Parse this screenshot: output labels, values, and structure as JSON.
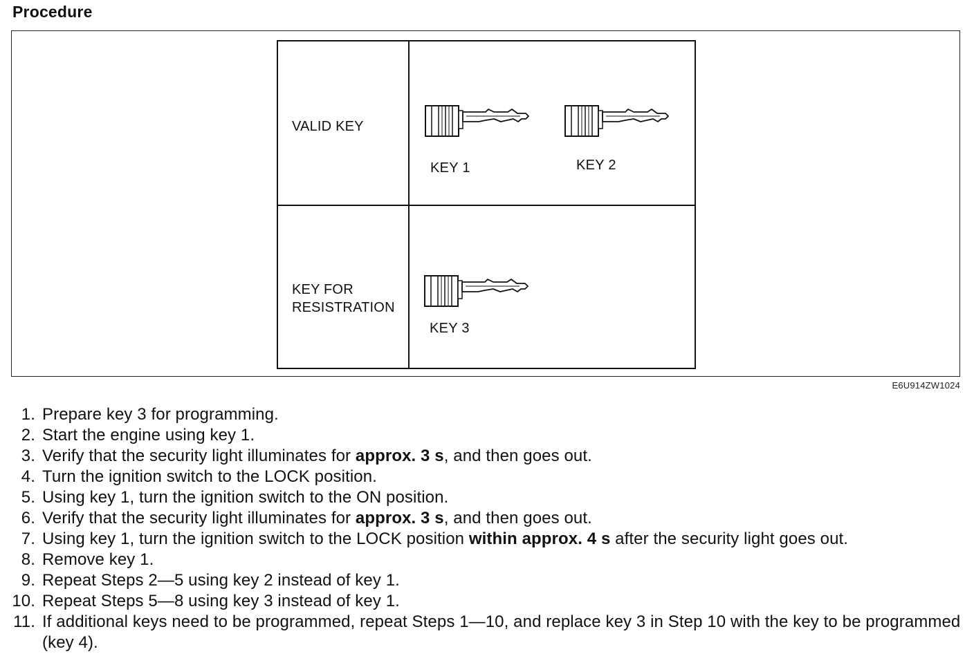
{
  "heading": "Procedure",
  "figure": {
    "code": "E6U914ZW1024",
    "rows": [
      {
        "label_lines": [
          "VALID KEY"
        ],
        "keys": [
          {
            "icon": "key-icon",
            "caption": "KEY 1"
          },
          {
            "icon": "key-icon",
            "caption": "KEY 2"
          }
        ]
      },
      {
        "label_lines": [
          "KEY FOR",
          "RESISTRATION"
        ],
        "keys": [
          {
            "icon": "key-icon",
            "caption": "KEY 3"
          }
        ]
      }
    ]
  },
  "steps": [
    {
      "num": "1.",
      "parts": [
        {
          "t": "Prepare key 3 for programming."
        }
      ]
    },
    {
      "num": "2.",
      "parts": [
        {
          "t": "Start the engine using key 1."
        }
      ]
    },
    {
      "num": "3.",
      "parts": [
        {
          "t": "Verify that the security light illuminates for "
        },
        {
          "t": "approx. 3 s",
          "b": true
        },
        {
          "t": ", and then goes out."
        }
      ]
    },
    {
      "num": "4.",
      "parts": [
        {
          "t": "Turn the ignition switch to the LOCK position."
        }
      ]
    },
    {
      "num": "5.",
      "parts": [
        {
          "t": "Using key 1, turn the ignition switch to the ON position."
        }
      ]
    },
    {
      "num": "6.",
      "parts": [
        {
          "t": "Verify that the security light illuminates for "
        },
        {
          "t": "approx. 3 s",
          "b": true
        },
        {
          "t": ", and then goes out."
        }
      ]
    },
    {
      "num": "7.",
      "parts": [
        {
          "t": "Using key 1, turn the ignition switch to the LOCK position "
        },
        {
          "t": "within approx. 4 s",
          "b": true
        },
        {
          "t": " after the security light goes out."
        }
      ]
    },
    {
      "num": "8.",
      "parts": [
        {
          "t": "Remove key 1."
        }
      ]
    },
    {
      "num": "9.",
      "parts": [
        {
          "t": "Repeat Steps 2—5 using key 2 instead of key 1."
        }
      ]
    },
    {
      "num": "10.",
      "parts": [
        {
          "t": "Repeat Steps 5—8 using key 3 instead of key 1."
        }
      ]
    },
    {
      "num": "11.",
      "parts": [
        {
          "t": "If additional keys need to be programmed, repeat Steps 1—10, and replace key 3 in Step 10 with the key to be programmed (key 4)."
        }
      ]
    }
  ]
}
